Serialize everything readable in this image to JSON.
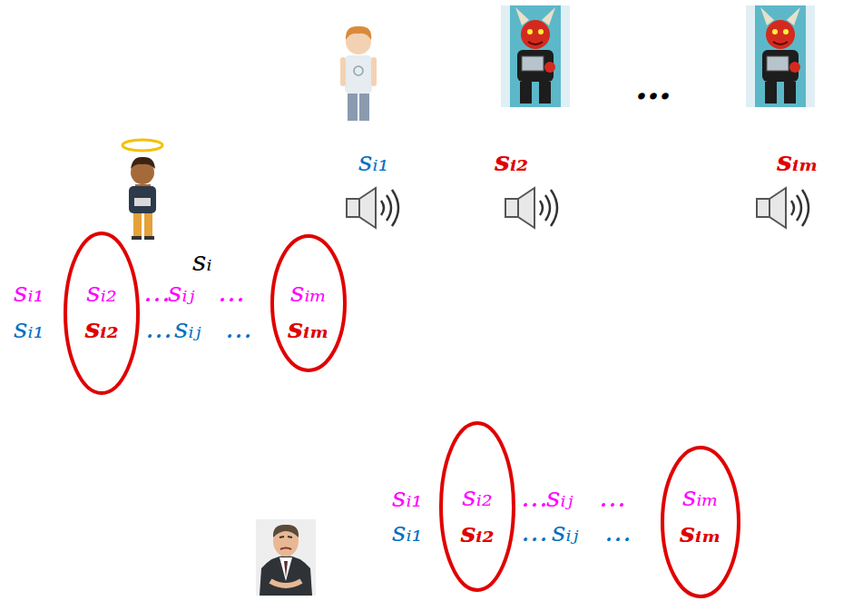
{
  "diagram": {
    "nodes": [
      {
        "text": [
          "sᵢ₂",
          "sᵢ₂"
        ]
      },
      {
        "text": [
          "sᵢₘ",
          "sᵢₘ"
        ]
      },
      {
        "text": [
          "sᵢ₂",
          "sᵢ₂"
        ]
      },
      {
        "text": [
          "sᵢₘ",
          "sᵢₘ"
        ]
      }
    ],
    "labels": [
      "…",
      "sᵢ₁",
      "sᵢ₂",
      "sᵢₘ",
      "sᵢ",
      "sᵢ₁",
      "…",
      "sᵢⱼ",
      "…",
      "sᵢ₁",
      "…",
      "sᵢⱼ",
      "…",
      "sᵢ₁",
      "…",
      "sᵢⱼ",
      "…",
      "sᵢ₁",
      "…",
      "sᵢⱼ",
      "…"
    ]
  }
}
